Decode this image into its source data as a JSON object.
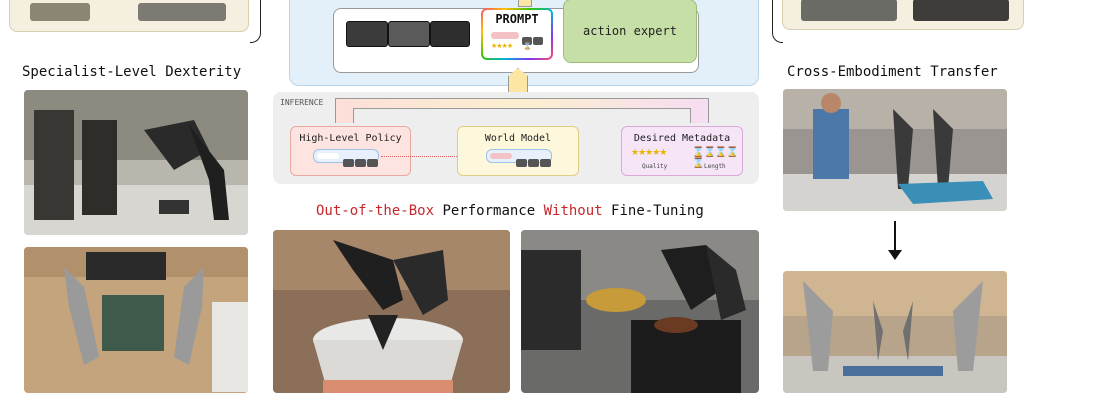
{
  "headings": {
    "left": "Specialist-Level Dexterity",
    "right": "Cross-Embodiment Transfer",
    "center_part1": "Out-of-the-Box",
    "center_part2": " Performance ",
    "center_part3": "Without",
    "center_part4": " Fine-Tuning"
  },
  "model_box": {
    "prompt_label": "PROMPT",
    "action_expert_label": "action expert"
  },
  "inference": {
    "section_label": "INFERENCE",
    "high_level_policy": "High-Level Policy",
    "world_model": "World Model",
    "desired_metadata": "Desired Metadata",
    "quality_label": "Quality",
    "length_label": "Length"
  },
  "icons": {
    "arrow_down": "arrow-down-icon",
    "star": "star-icon",
    "hourglass": "hourglass-icon"
  },
  "colors": {
    "highlight_red": "#c8262b",
    "model_panel_bg": "#e3f0fa",
    "action_expert_bg": "#c6dfa6",
    "inference_bg": "#eeeeee",
    "policy_bg": "#fde4e1",
    "world_model_bg": "#fdf7dc",
    "metadata_bg": "#f6e4f7"
  }
}
